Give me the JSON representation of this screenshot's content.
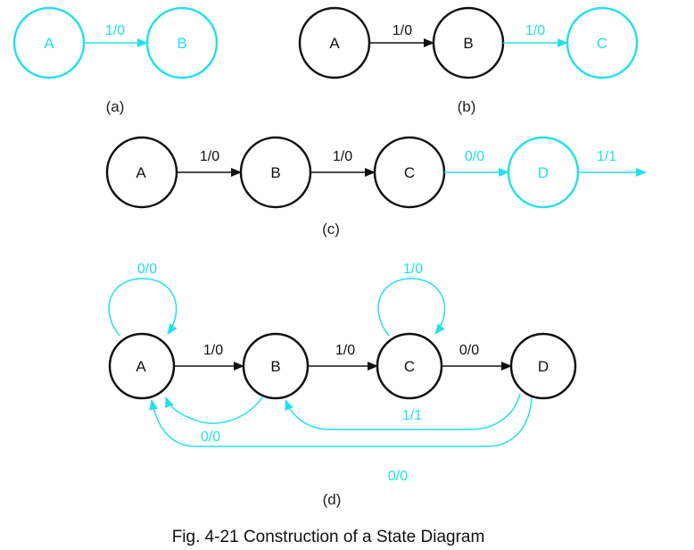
{
  "colors": {
    "black": "#111111",
    "cyan": "#22e0ec"
  },
  "title": "Fig. 4-21  Construction of a State Diagram",
  "panels": {
    "a": {
      "caption": "(a)",
      "nodes": [
        {
          "label": "A",
          "color": "cyan"
        },
        {
          "label": "B",
          "color": "cyan"
        }
      ],
      "edges": [
        {
          "from": "A",
          "to": "B",
          "label": "1/0",
          "color": "cyan"
        }
      ]
    },
    "b": {
      "caption": "(b)",
      "nodes": [
        {
          "label": "A",
          "color": "black"
        },
        {
          "label": "B",
          "color": "black"
        },
        {
          "label": "C",
          "color": "cyan"
        }
      ],
      "edges": [
        {
          "from": "A",
          "to": "B",
          "label": "1/0",
          "color": "black"
        },
        {
          "from": "B",
          "to": "C",
          "label": "1/0",
          "color": "cyan"
        }
      ]
    },
    "c": {
      "caption": "(c)",
      "nodes": [
        {
          "label": "A",
          "color": "black"
        },
        {
          "label": "B",
          "color": "black"
        },
        {
          "label": "C",
          "color": "black"
        },
        {
          "label": "D",
          "color": "cyan"
        }
      ],
      "edges": [
        {
          "from": "A",
          "to": "B",
          "label": "1/0",
          "color": "black"
        },
        {
          "from": "B",
          "to": "C",
          "label": "1/0",
          "color": "black"
        },
        {
          "from": "C",
          "to": "D",
          "label": "0/0",
          "color": "cyan"
        },
        {
          "from": "D",
          "to": "out",
          "label": "1/1",
          "color": "cyan"
        }
      ]
    },
    "d": {
      "caption": "(d)",
      "nodes": [
        {
          "label": "A",
          "color": "black"
        },
        {
          "label": "B",
          "color": "black"
        },
        {
          "label": "C",
          "color": "black"
        },
        {
          "label": "D",
          "color": "black"
        }
      ],
      "edges": [
        {
          "from": "A",
          "to": "A",
          "label": "0/0",
          "color": "cyan"
        },
        {
          "from": "A",
          "to": "B",
          "label": "1/0",
          "color": "black"
        },
        {
          "from": "B",
          "to": "C",
          "label": "1/0",
          "color": "black"
        },
        {
          "from": "C",
          "to": "C",
          "label": "1/0",
          "color": "cyan"
        },
        {
          "from": "C",
          "to": "D",
          "label": "0/0",
          "color": "black"
        },
        {
          "from": "B",
          "to": "A",
          "label": "0/0",
          "color": "cyan"
        },
        {
          "from": "D",
          "to": "B",
          "label": "1/1",
          "color": "cyan"
        },
        {
          "from": "D",
          "to": "A",
          "label": "0/0",
          "color": "cyan"
        }
      ]
    }
  }
}
